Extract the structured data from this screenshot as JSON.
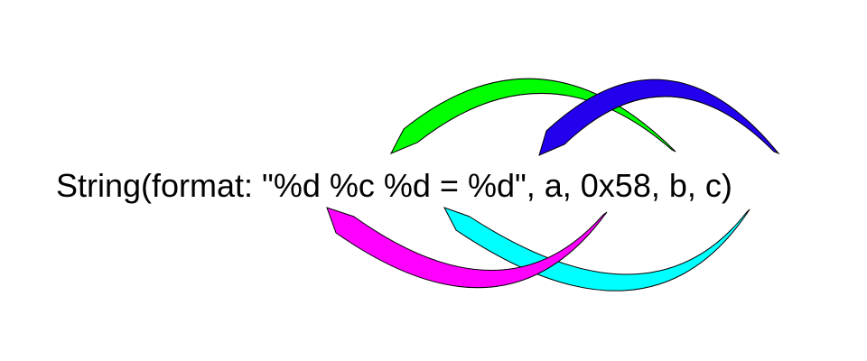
{
  "expression": "String(format: \"%d %c %d = %d\", a, 0x58, b, c)",
  "arrows": [
    {
      "from": "0x58",
      "to": "%c",
      "color": "#00ff00"
    },
    {
      "from": "c",
      "to": "%d (result)",
      "color": "#2200ee"
    },
    {
      "from": "a",
      "to": "%d (first)",
      "color": "#ff00ff"
    },
    {
      "from": "b",
      "to": "%d (second)",
      "color": "#00ffff"
    }
  ]
}
